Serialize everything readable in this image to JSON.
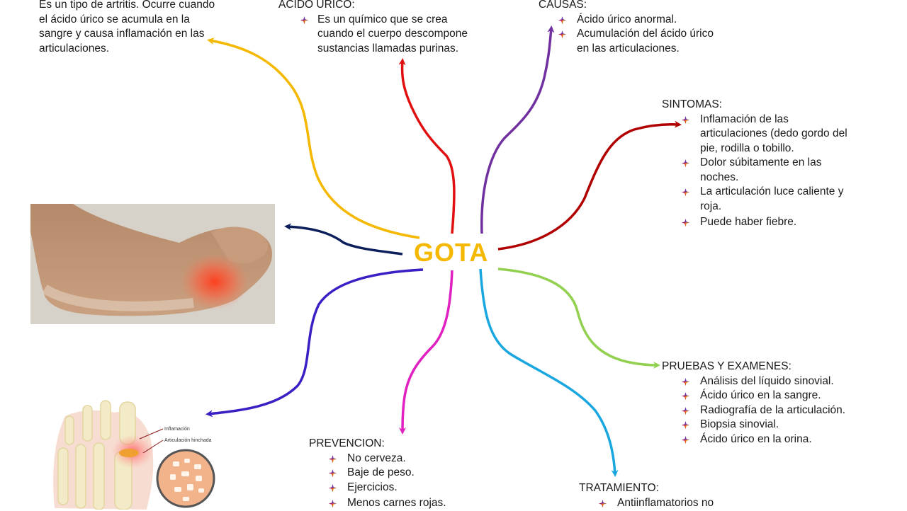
{
  "center": {
    "title": "GOTA"
  },
  "definition": {
    "text_lines": [
      "Es un tipo de artritis. Ocurre cuando",
      "el ácido úrico se acumula en la",
      "sangre y causa inflamación en las",
      "articulaciones."
    ]
  },
  "acido_urico": {
    "heading": "ÁCIDO ÚRICO:",
    "items": [
      {
        "lines": [
          "Es un químico que se crea",
          "cuando el cuerpo descompone",
          "sustancias llamadas purinas."
        ]
      }
    ]
  },
  "causas": {
    "heading": "CAUSAS:",
    "items": [
      {
        "lines": [
          "Ácido úrico anormal."
        ]
      },
      {
        "lines": [
          "Acumulación del ácido úrico",
          "en las articulaciones."
        ]
      }
    ]
  },
  "sintomas": {
    "heading": "SINTOMAS:",
    "items": [
      {
        "lines": [
          "Inflamación de las",
          "articulaciones (dedo gordo del",
          "pie, rodilla o tobillo."
        ]
      },
      {
        "lines": [
          "Dolor súbitamente en las",
          "noches."
        ]
      },
      {
        "lines": [
          "La articulación luce caliente y",
          "roja."
        ]
      },
      {
        "lines": [
          "Puede haber fiebre."
        ]
      }
    ]
  },
  "pruebas": {
    "heading": "PRUEBAS Y EXAMENES:",
    "items": [
      {
        "lines": [
          "Análisis del líquido sinovial."
        ]
      },
      {
        "lines": [
          "Ácido úrico en la sangre."
        ]
      },
      {
        "lines": [
          "Radiografía de la articulación."
        ]
      },
      {
        "lines": [
          "Biopsia sinovial."
        ]
      },
      {
        "lines": [
          "Ácido úrico en la orina."
        ]
      }
    ]
  },
  "tratamiento": {
    "heading": "TRATAMIENTO:",
    "items": [
      {
        "lines": [
          "Antiinflamatorios no"
        ]
      }
    ]
  },
  "prevencion": {
    "heading": "PREVENCION:",
    "items": [
      {
        "lines": [
          "No cerveza."
        ]
      },
      {
        "lines": [
          "Baje de peso."
        ]
      },
      {
        "lines": [
          "Ejercicios."
        ]
      },
      {
        "lines": [
          "Menos carnes rojas."
        ]
      }
    ]
  },
  "anatomy_labels": {
    "label1": "Inflamación",
    "label2": "Articulación hinchada"
  },
  "colors": {
    "title": "#f5b800",
    "yellow": "#f5b800",
    "red": "#e01010",
    "purple": "#7030a0",
    "darkred": "#b00000",
    "green": "#92d050",
    "blue": "#1aa7e0",
    "magenta": "#e020c0",
    "indigo": "#3a1fc4",
    "navy": "#0c1f5c"
  },
  "bullet_icon": "four-point-star-bullet-icon"
}
